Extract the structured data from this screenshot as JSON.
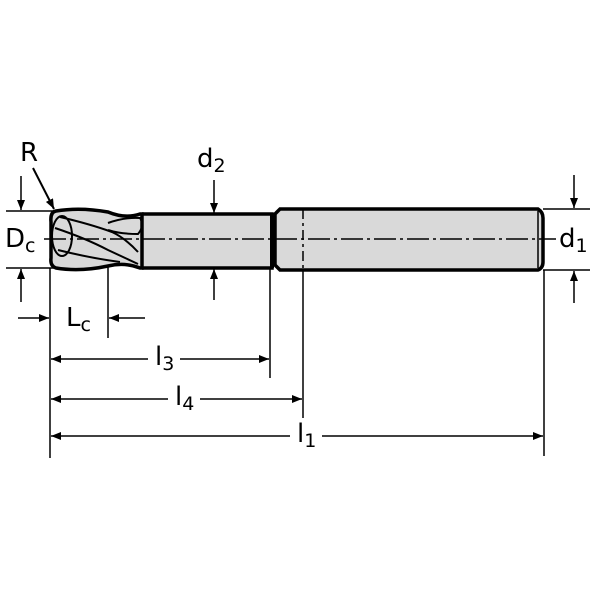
{
  "drawing": {
    "type": "end-mill-dimension-drawing",
    "colors": {
      "line": "#000000",
      "body_fill": "#d9d9d9",
      "background": "#ffffff"
    },
    "labels": {
      "R": {
        "main": "R",
        "sub": ""
      },
      "Dc": {
        "main": "D",
        "sub": "c"
      },
      "d2": {
        "main": "d",
        "sub": "2"
      },
      "d1": {
        "main": "d",
        "sub": "1"
      },
      "Lc": {
        "main": "L",
        "sub": "c"
      },
      "l3": {
        "main": "l",
        "sub": "3"
      },
      "l4": {
        "main": "l",
        "sub": "4"
      },
      "l1": {
        "main": "l",
        "sub": "1"
      }
    }
  }
}
